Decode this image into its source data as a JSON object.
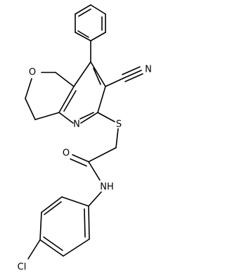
{
  "molecule": {
    "atoms": {
      "O_ring": "O",
      "N_pyridine": "N",
      "N_nitrile": "N",
      "S": "S",
      "O_carbonyl": "O",
      "NH": "NH",
      "Cl": "Cl"
    }
  },
  "colors": {
    "bond": "#000000",
    "label": "#000000",
    "background": "#ffffff"
  }
}
